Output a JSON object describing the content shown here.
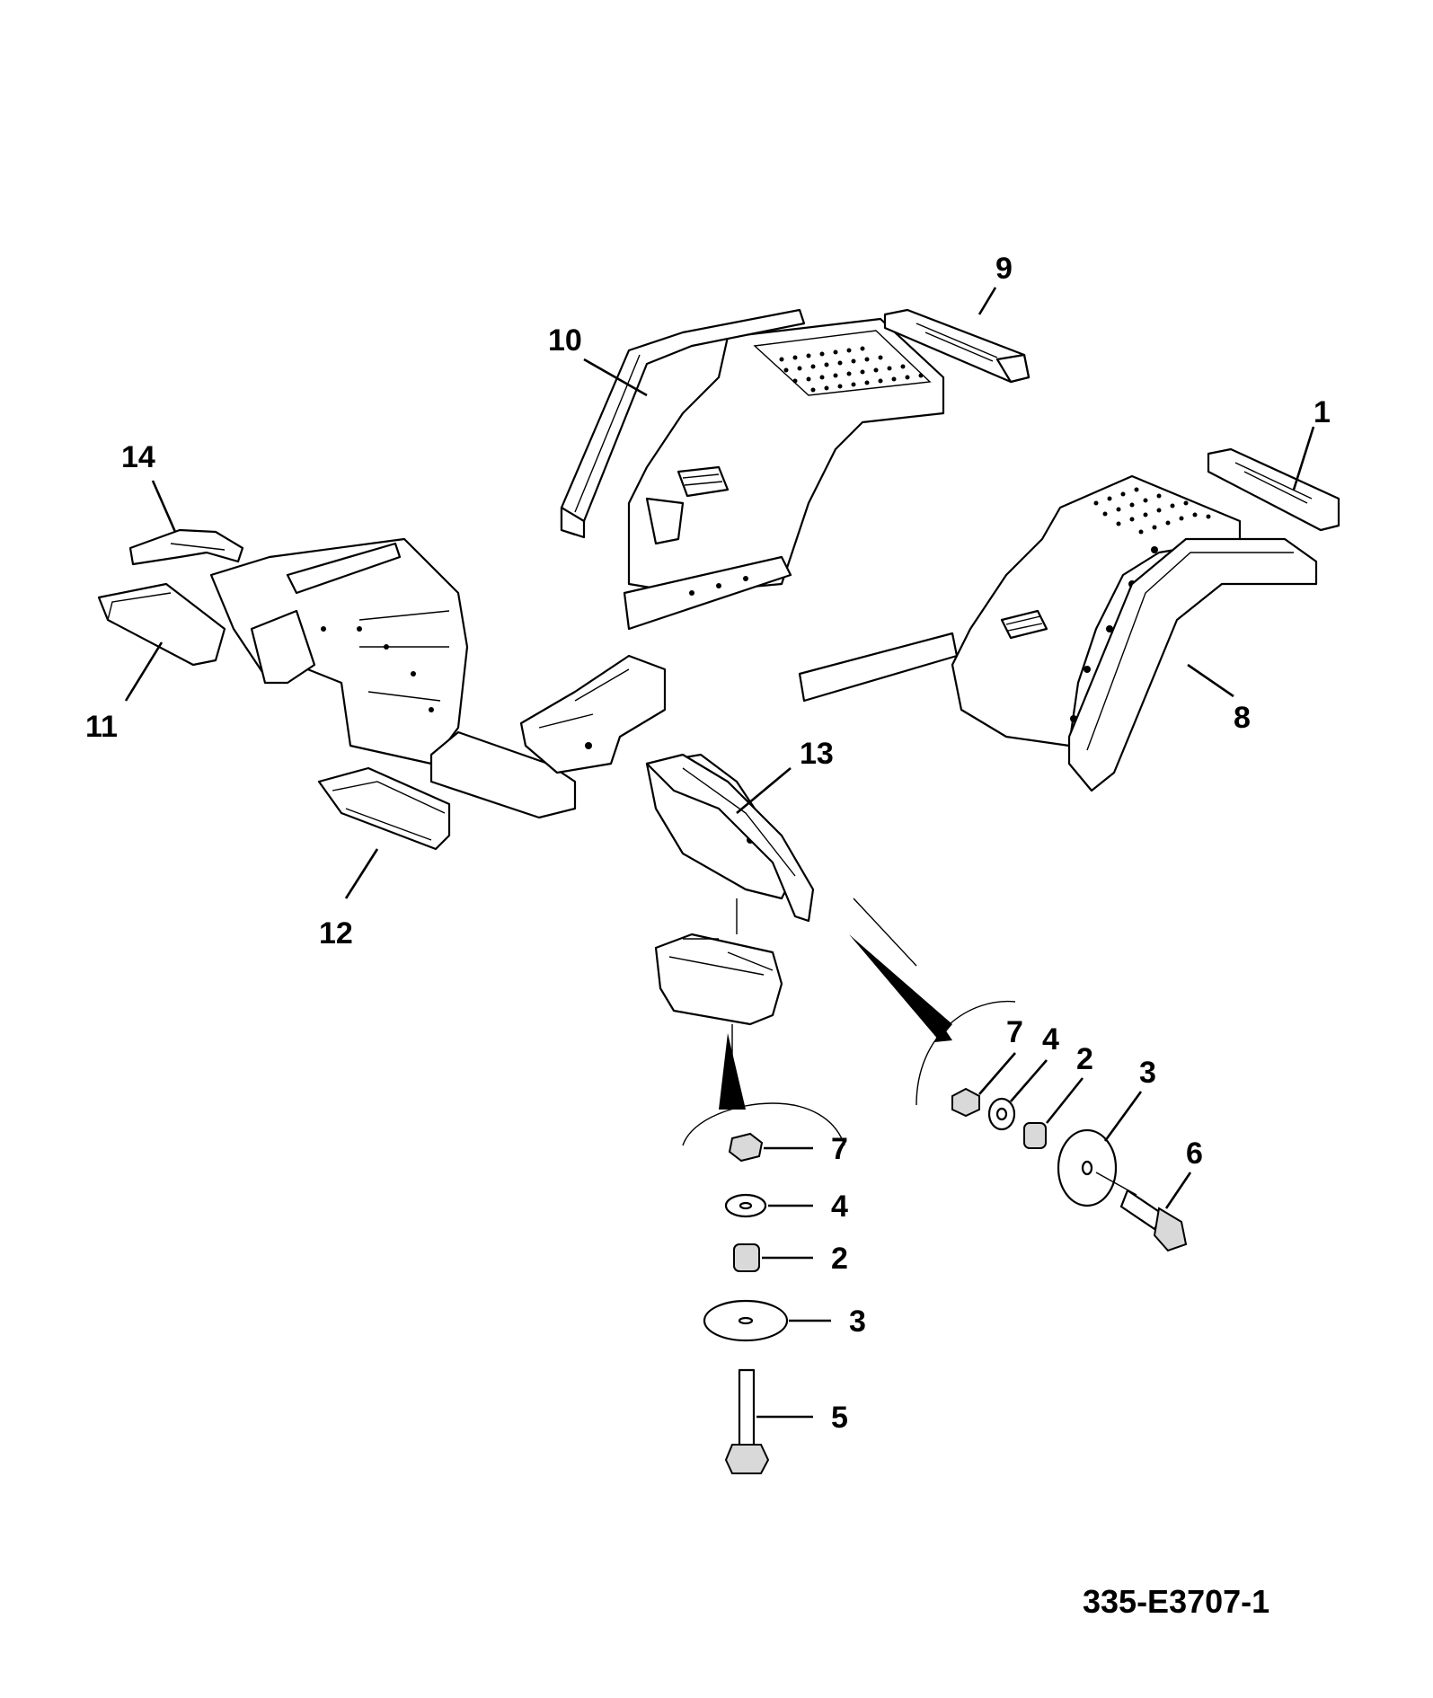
{
  "drawing": {
    "reference_number": "335-E3707-1"
  },
  "callouts": {
    "c1": "1",
    "c8": "8",
    "c9": "9",
    "c10": "10",
    "c11": "11",
    "c12": "12",
    "c13": "13",
    "c14": "14"
  },
  "detail_right": {
    "c7": "7",
    "c4": "4",
    "c2": "2",
    "c3": "3",
    "c6": "6"
  },
  "detail_bottom": {
    "c7": "7",
    "c4": "4",
    "c2": "2",
    "c3": "3",
    "c5": "5"
  }
}
